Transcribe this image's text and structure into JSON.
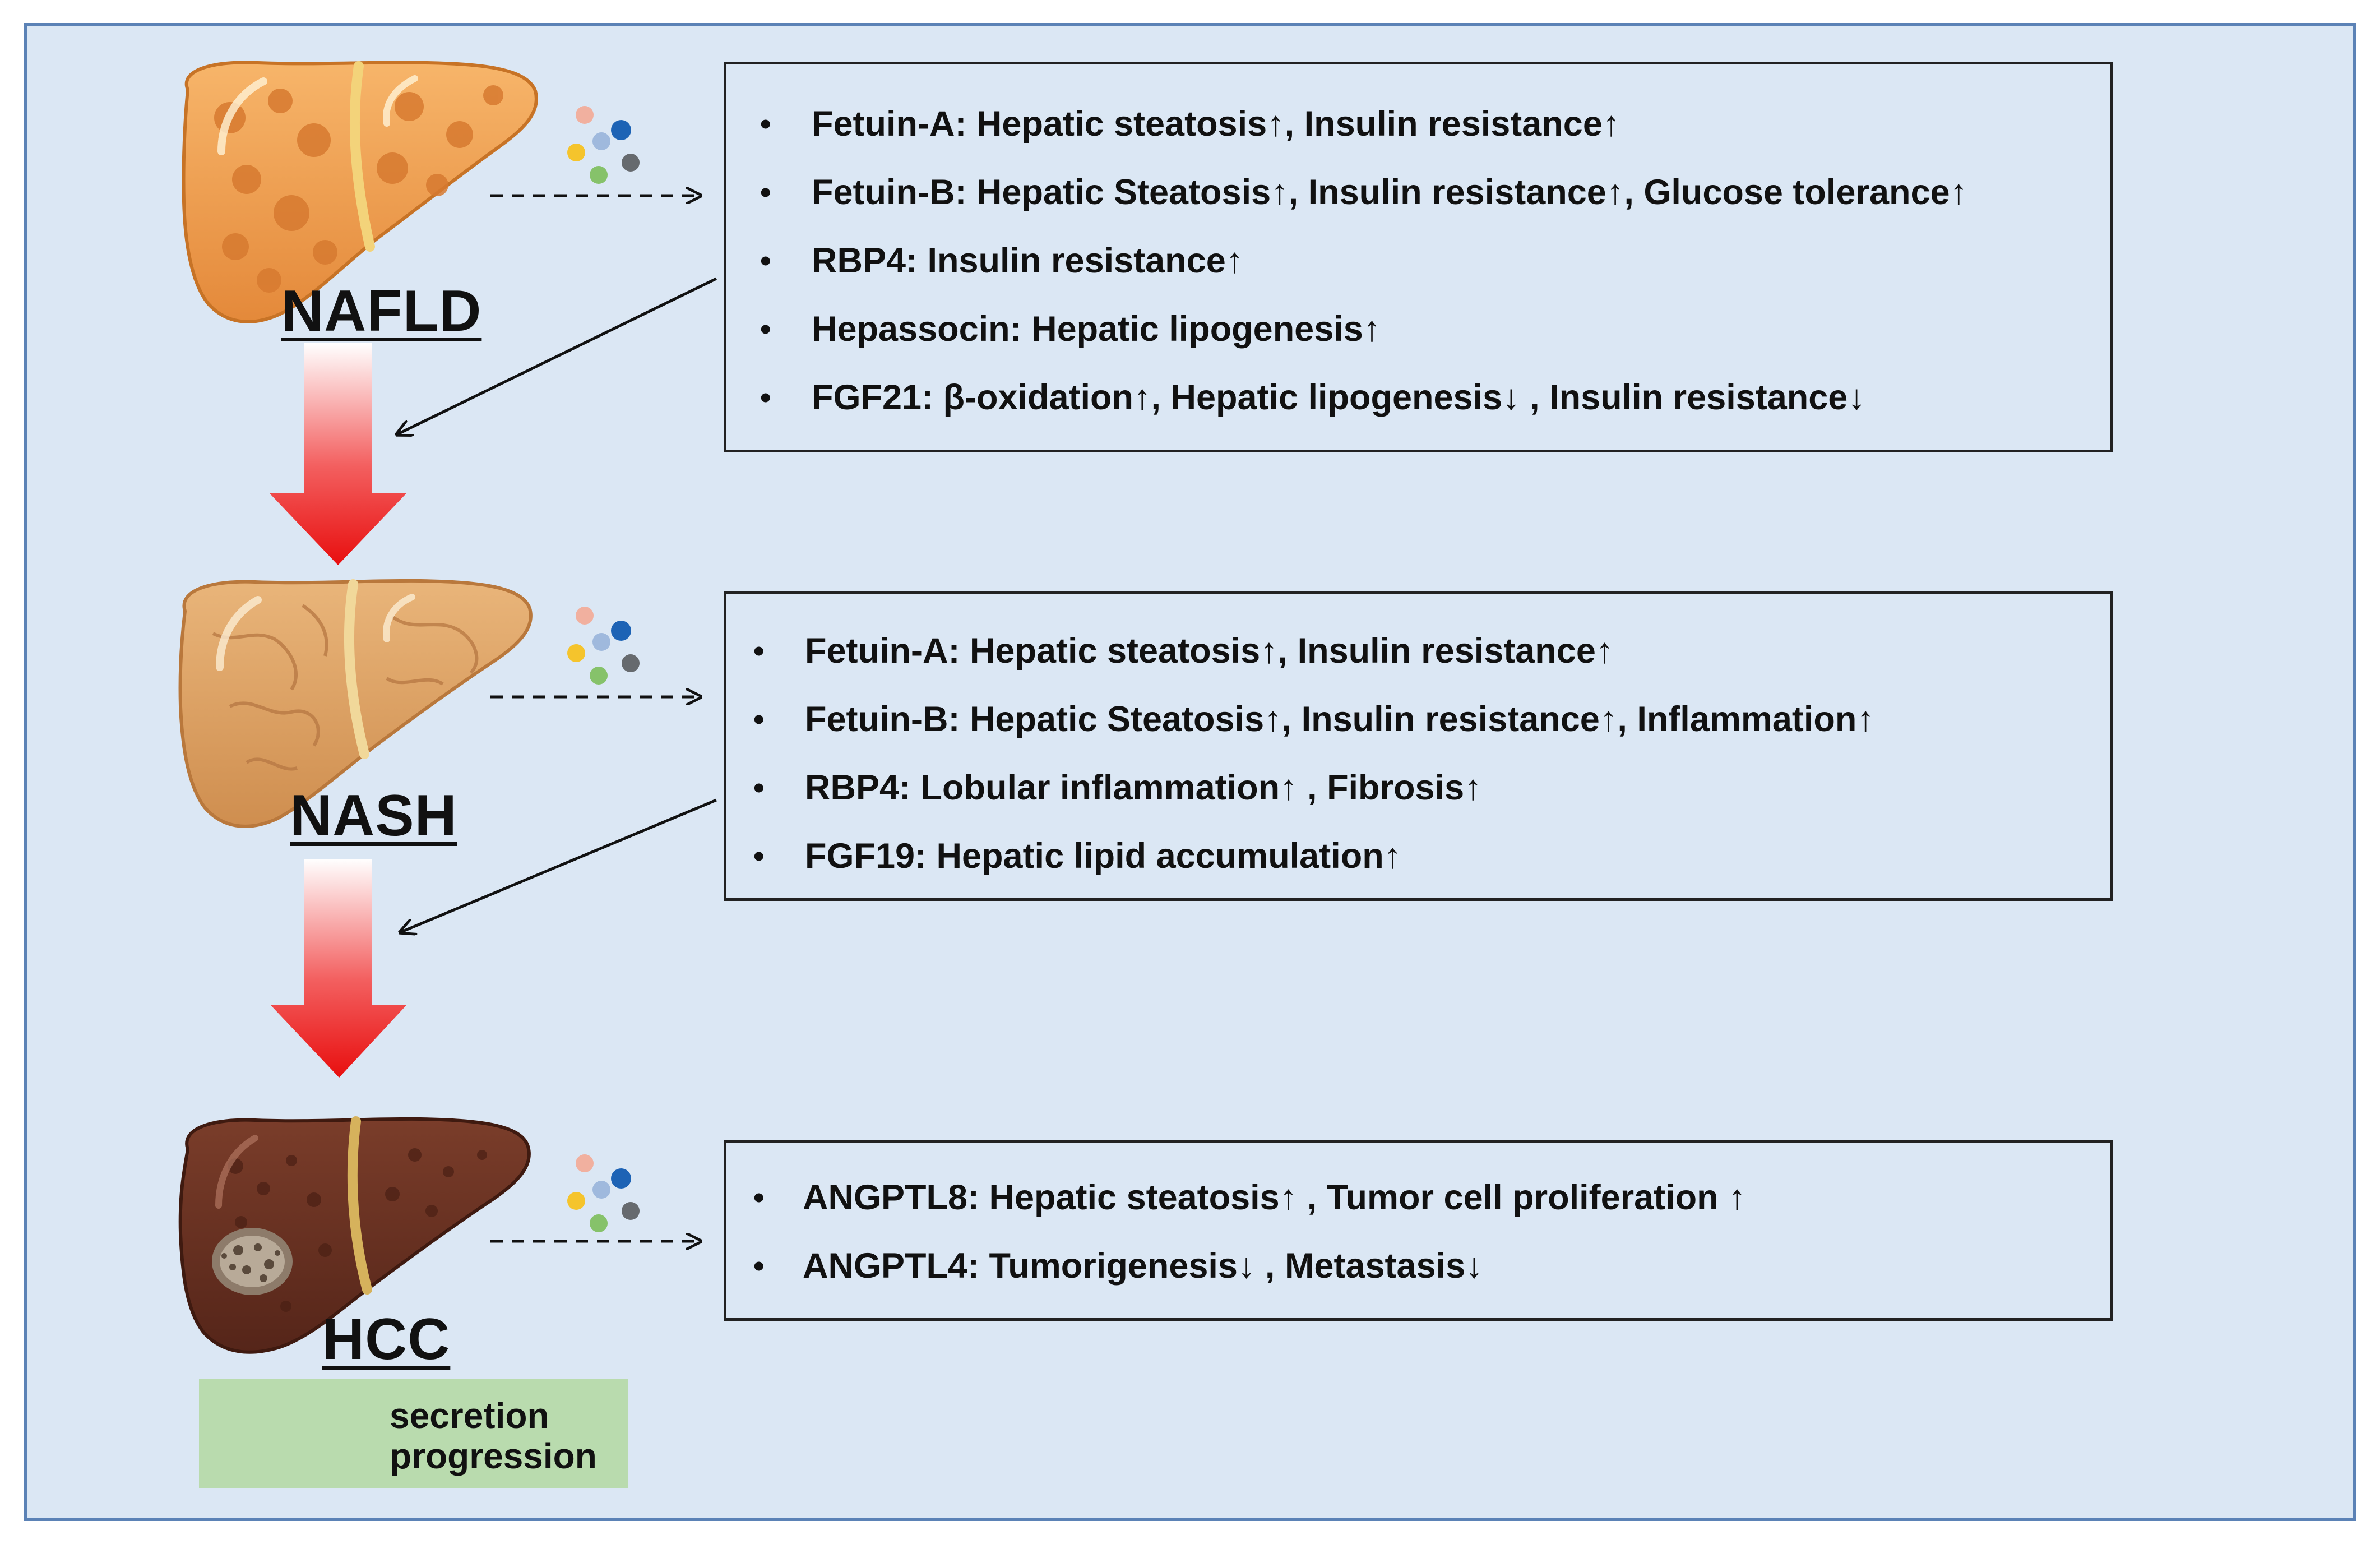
{
  "stages": [
    {
      "label": "NAFLD",
      "effects": [
        "Fetuin-A: Hepatic steatosis↑,  Insulin resistance↑",
        "Fetuin-B: Hepatic Steatosis↑, Insulin resistance↑, Glucose tolerance↑",
        "RBP4: Insulin resistance↑",
        "Hepassocin: Hepatic lipogenesis↑",
        "FGF21: β-oxidation↑,  Hepatic lipogenesis↓ , Insulin resistance↓"
      ]
    },
    {
      "label": "NASH",
      "effects": [
        "Fetuin-A: Hepatic steatosis↑,  Insulin resistance↑",
        "Fetuin-B: Hepatic Steatosis↑, Insulin resistance↑, Inflammation↑",
        "RBP4: Lobular inflammation↑ , Fibrosis↑",
        "FGF19: Hepatic lipid accumulation↑"
      ]
    },
    {
      "label": "HCC",
      "effects": [
        "ANGPTL8: Hepatic steatosis↑ , Tumor cell proliferation ↑",
        "ANGPTL4: Tumorigenesis↓ , Metastasis↓"
      ]
    }
  ],
  "legend": {
    "secretion": "secretion",
    "progression": "progression"
  },
  "colors": {
    "panel_background": "#dbe7f4",
    "panel_border": "#5b82b6",
    "legend_background": "#b9dbae",
    "progression_arrow": "#ee1c1c",
    "nafld_liver": "#e99a4c",
    "nash_liver": "#d9a062",
    "hcc_liver": "#6a3425"
  }
}
